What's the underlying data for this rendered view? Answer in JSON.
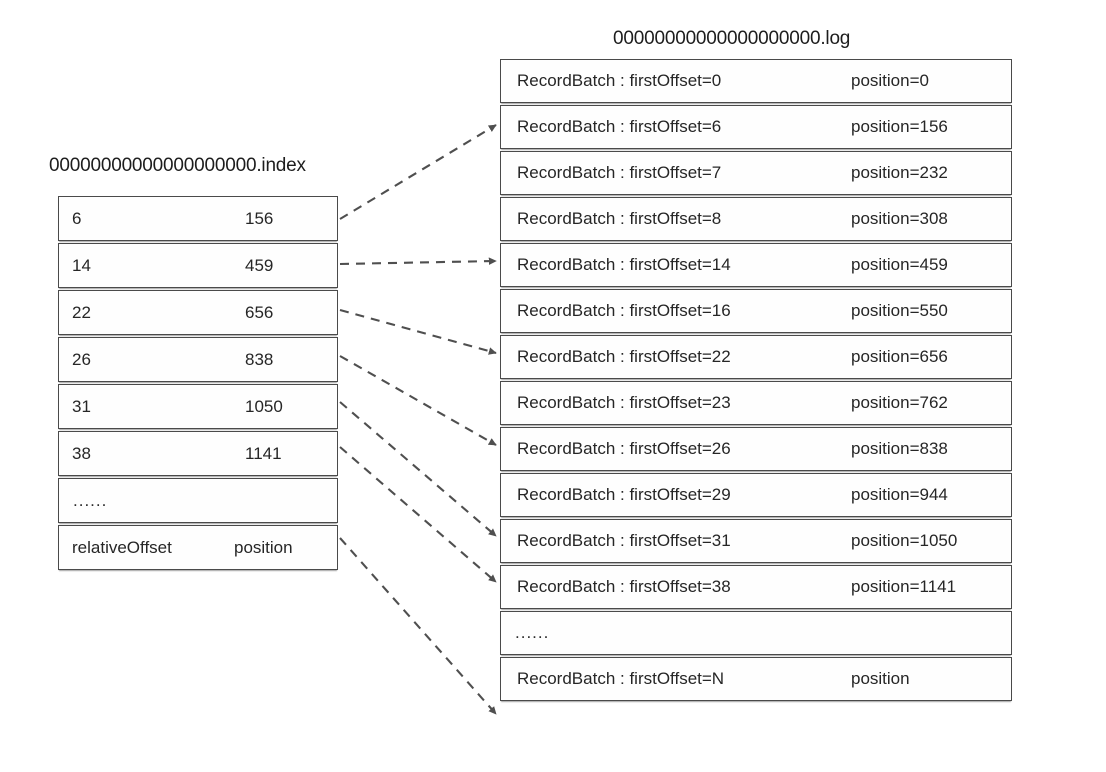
{
  "diagram": {
    "title_index": "00000000000000000000.index",
    "title_log": "00000000000000000000.log",
    "ellipsis": "......",
    "colors": {
      "background": "#ffffff",
      "box_border": "#4a4a4a",
      "text": "#262626",
      "arrow": "#4f4f4f"
    }
  },
  "index_file": {
    "name": "00000000000000000000.index",
    "columns": [
      "relativeOffset",
      "position"
    ],
    "rows": [
      {
        "relativeOffset": "6",
        "position": "156"
      },
      {
        "relativeOffset": "14",
        "position": "459"
      },
      {
        "relativeOffset": "22",
        "position": "656"
      },
      {
        "relativeOffset": "26",
        "position": "838"
      },
      {
        "relativeOffset": "31",
        "position": "1050"
      },
      {
        "relativeOffset": "38",
        "position": "1141"
      },
      {
        "relativeOffset": "......",
        "position": ""
      },
      {
        "relativeOffset": "relativeOffset",
        "position": "position"
      }
    ]
  },
  "log_file": {
    "name": "00000000000000000000.log",
    "rows": [
      {
        "batch": "RecordBatch : firstOffset=0",
        "position": "position=0"
      },
      {
        "batch": "RecordBatch : firstOffset=6",
        "position": "position=156"
      },
      {
        "batch": "RecordBatch : firstOffset=7",
        "position": "position=232"
      },
      {
        "batch": "RecordBatch : firstOffset=8",
        "position": "position=308"
      },
      {
        "batch": "RecordBatch : firstOffset=14",
        "position": "position=459"
      },
      {
        "batch": "RecordBatch : firstOffset=16",
        "position": "position=550"
      },
      {
        "batch": "RecordBatch : firstOffset=22",
        "position": "position=656"
      },
      {
        "batch": "RecordBatch : firstOffset=23",
        "position": "position=762"
      },
      {
        "batch": "RecordBatch : firstOffset=26",
        "position": "position=838"
      },
      {
        "batch": "RecordBatch : firstOffset=29",
        "position": "position=944"
      },
      {
        "batch": "RecordBatch : firstOffset=31",
        "position": "position=1050"
      },
      {
        "batch": "RecordBatch : firstOffset=38",
        "position": "position=1141"
      },
      {
        "batch": "......",
        "position": ""
      },
      {
        "batch": "RecordBatch : firstOffset=N",
        "position": "position"
      }
    ]
  },
  "mappings": [
    {
      "from_index_row": 0,
      "to_log_row": 1,
      "label": "6 -> 156"
    },
    {
      "from_index_row": 1,
      "to_log_row": 4,
      "label": "14 -> 459"
    },
    {
      "from_index_row": 2,
      "to_log_row": 6,
      "label": "22 -> 656"
    },
    {
      "from_index_row": 3,
      "to_log_row": 8,
      "label": "26 -> 838"
    },
    {
      "from_index_row": 4,
      "to_log_row": 10,
      "label": "31 -> 1050"
    },
    {
      "from_index_row": 5,
      "to_log_row": 11,
      "label": "38 -> 1141"
    },
    {
      "from_index_row": 7,
      "to_log_row": 13,
      "label": "relativeOffset -> position"
    }
  ]
}
